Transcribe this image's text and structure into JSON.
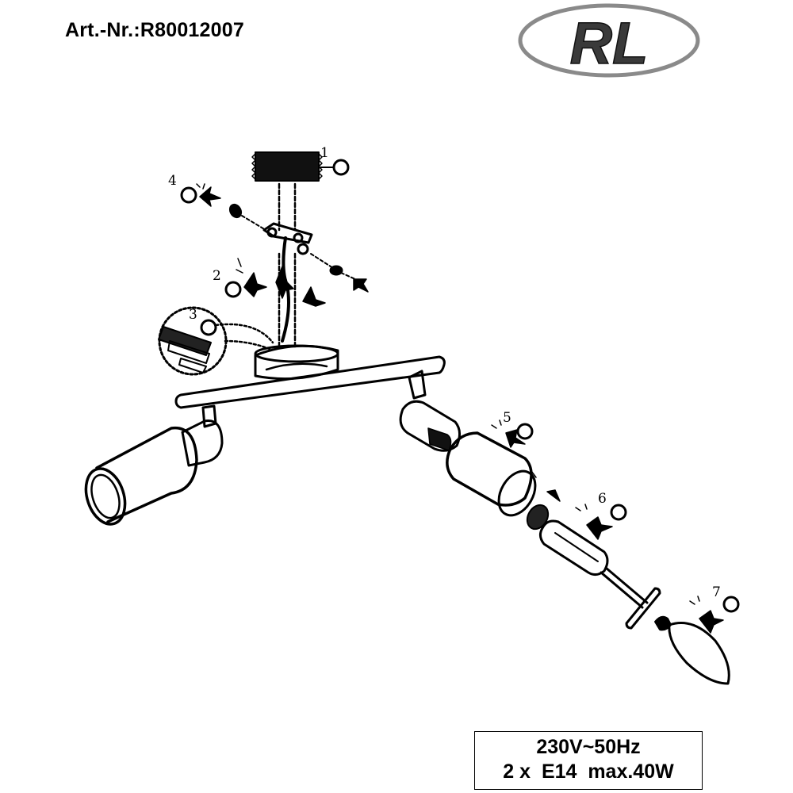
{
  "header": {
    "article_number": "Art.-Nr.:R80012007"
  },
  "logo": {
    "text": "RL",
    "ring_color": "#8a8a8a",
    "letter_color": "#3a3a3a"
  },
  "callouts": [
    "1",
    "2",
    "3",
    "4",
    "5",
    "6",
    "7"
  ],
  "specs": {
    "voltage": "230V~50Hz",
    "lamp": "2 x  E14  max.40W"
  }
}
